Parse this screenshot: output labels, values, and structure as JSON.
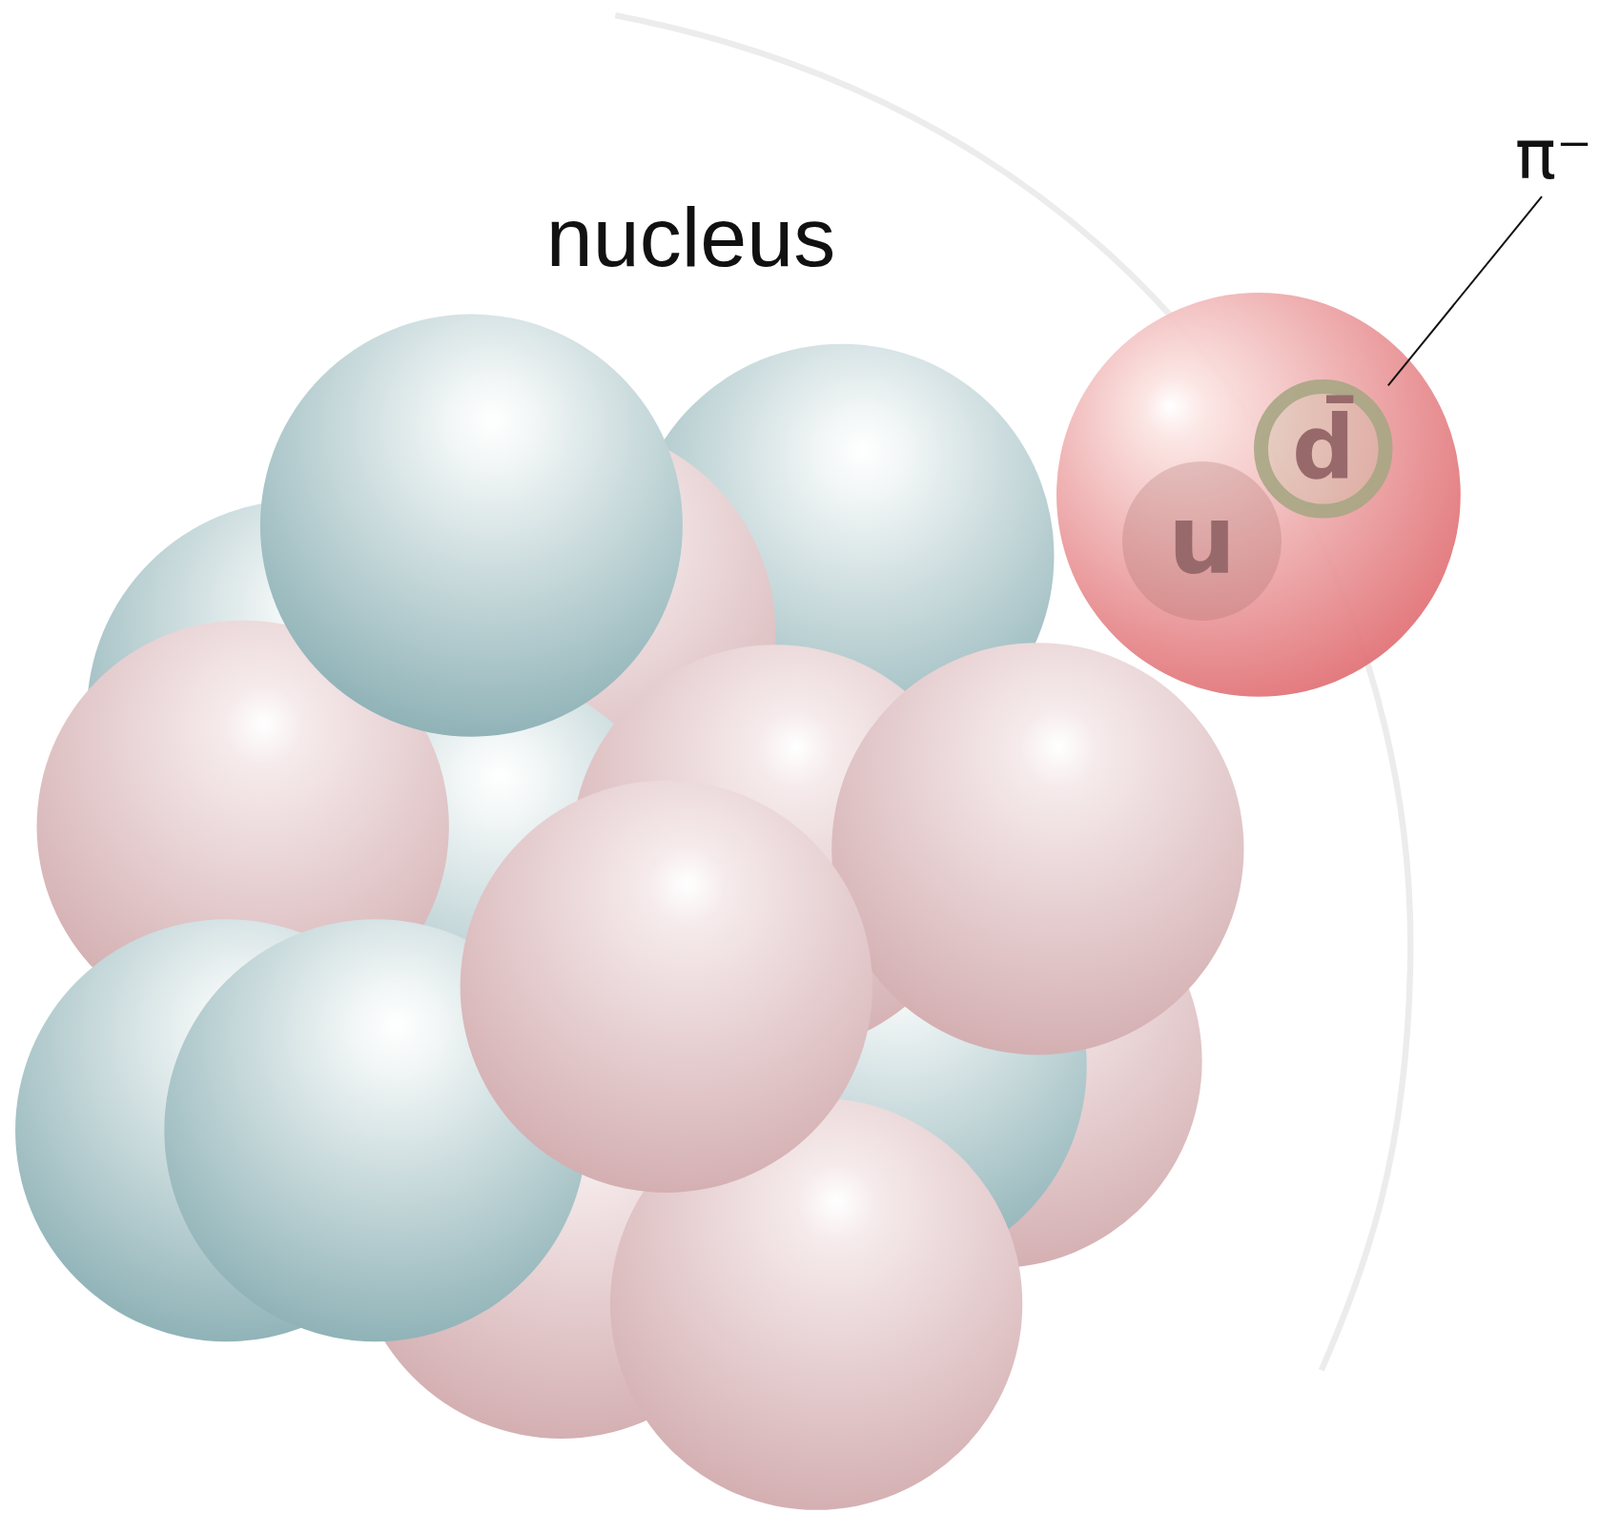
{
  "diagram": {
    "nodes": [
      {
        "text": [
          "π⁻"
        ]
      },
      {
        "text": [
          "u"
        ],
        "in": 0
      },
      {
        "text": [
          "d̄"
        ],
        "in": 0
      }
    ],
    "labels": [
      "nucleus"
    ]
  }
}
